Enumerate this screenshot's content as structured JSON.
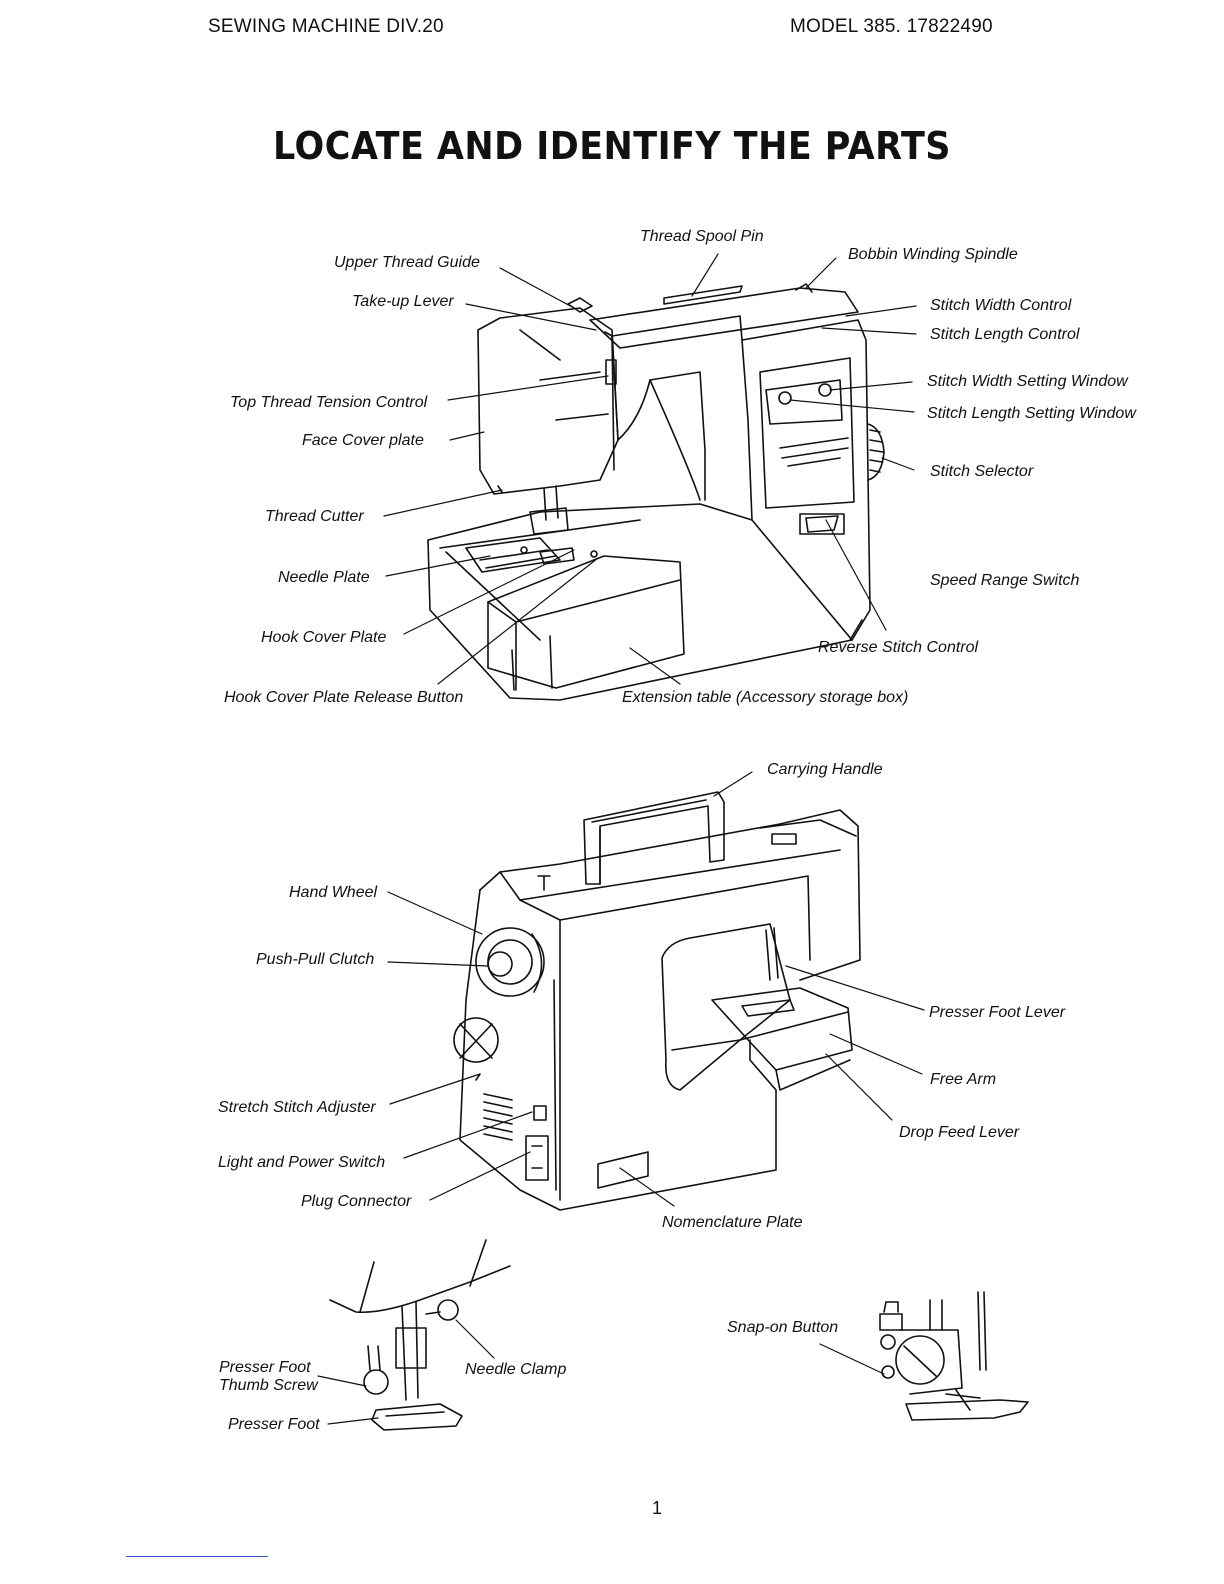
{
  "header": {
    "left": "SEWING MACHINE DIV.20",
    "right": "MODEL 385. 17822490"
  },
  "title": "LOCATE AND IDENTIFY THE PARTS",
  "labels": {
    "thread_spool_pin": "Thread Spool Pin",
    "bobbin_winding_spindle": "Bobbin Winding Spindle",
    "upper_thread_guide": "Upper Thread Guide",
    "take_up_lever": "Take-up Lever",
    "stitch_width_control": "Stitch Width Control",
    "stitch_length_control": "Stitch Length Control",
    "top_thread_tension_control": "Top Thread Tension Control",
    "stitch_width_setting_window": "Stitch Width Setting Window",
    "stitch_length_setting_window": "Stitch Length Setting Window",
    "face_cover_plate": "Face Cover plate",
    "stitch_selector": "Stitch Selector",
    "thread_cutter": "Thread Cutter",
    "needle_plate": "Needle Plate",
    "speed_range_switch": "Speed Range Switch",
    "hook_cover_plate": "Hook Cover Plate",
    "reverse_stitch_control": "Reverse Stitch Control",
    "hook_cover_plate_release_button": "Hook Cover Plate Release Button",
    "extension_table": "Extension table (Accessory storage box)",
    "carrying_handle": "Carrying Handle",
    "hand_wheel": "Hand Wheel",
    "push_pull_clutch": "Push-Pull Clutch",
    "presser_foot_lever": "Presser Foot Lever",
    "free_arm": "Free Arm",
    "stretch_stitch_adjuster": "Stretch Stitch Adjuster",
    "drop_feed_lever": "Drop Feed Lever",
    "light_and_power_switch": "Light and Power Switch",
    "plug_connector": "Plug Connector",
    "nomenclature_plate": "Nomenclature Plate",
    "snap_on_button": "Snap-on Button",
    "presser_foot_thumb_screw_1": "Presser Foot",
    "presser_foot_thumb_screw_2": "Thumb Screw",
    "needle_clamp": "Needle Clamp",
    "presser_foot": "Presser Foot"
  },
  "page_number": "1"
}
